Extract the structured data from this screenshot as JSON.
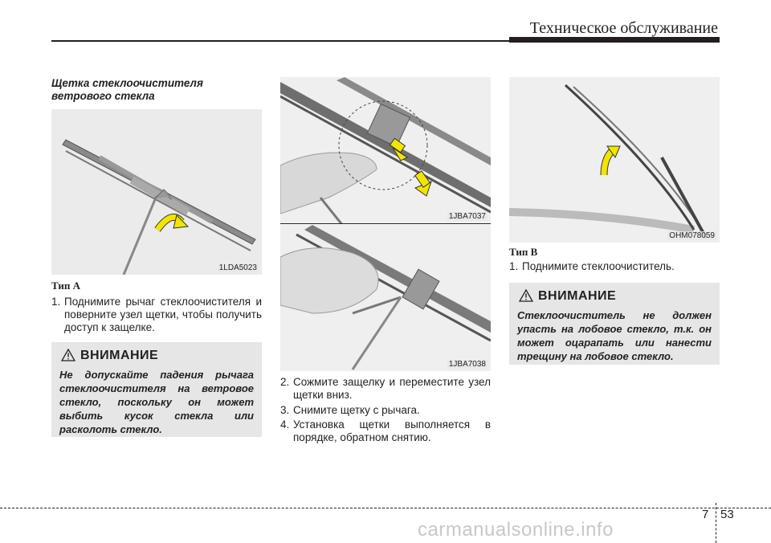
{
  "header": {
    "title": "Техническое обслуживание"
  },
  "section": {
    "title": "Щетка стеклоочистителя ветрового стекла"
  },
  "figures": {
    "fig1": "1LDA5023",
    "fig2": "1JBA7037",
    "fig3": "1JBA7038",
    "fig4": "OHM078059"
  },
  "type_a": {
    "label": "Тип А",
    "steps": [
      {
        "num": "1.",
        "text": "Поднимите рычаг стеклоочистителя и поверните узел щетки, чтобы получить доступ к защелке."
      }
    ]
  },
  "warning_a": {
    "title": "ВНИМАНИЕ",
    "text": "Не допускайте падения рычага стеклоочистителя на ветровое стекло, поскольку он может выбить кусок стекла или расколоть стекло."
  },
  "middle_steps": [
    {
      "num": "2.",
      "text": "Сожмите защелку и переместите узел щетки вниз."
    },
    {
      "num": "3.",
      "text": "Снимите щетку с рычага."
    },
    {
      "num": "4.",
      "text": "Установка щетки выполняется в порядке, обратном снятию."
    }
  ],
  "type_b": {
    "label": "Тип В",
    "steps": [
      {
        "num": "1.",
        "text": "Поднимите стеклоочиститель."
      }
    ]
  },
  "warning_b": {
    "title": "ВНИМАНИЕ",
    "text": "Стеклоочиститель не должен упасть на лобовое стекло, т.к. он может оцарапать или нанести трещину на лобовое стекло."
  },
  "footer": {
    "chapter": "7",
    "page": "53"
  },
  "watermark": "carmanualsonline.info",
  "colors": {
    "text": "#231f20",
    "panel": "#e6e6e6",
    "arrow": "#f2e600"
  }
}
